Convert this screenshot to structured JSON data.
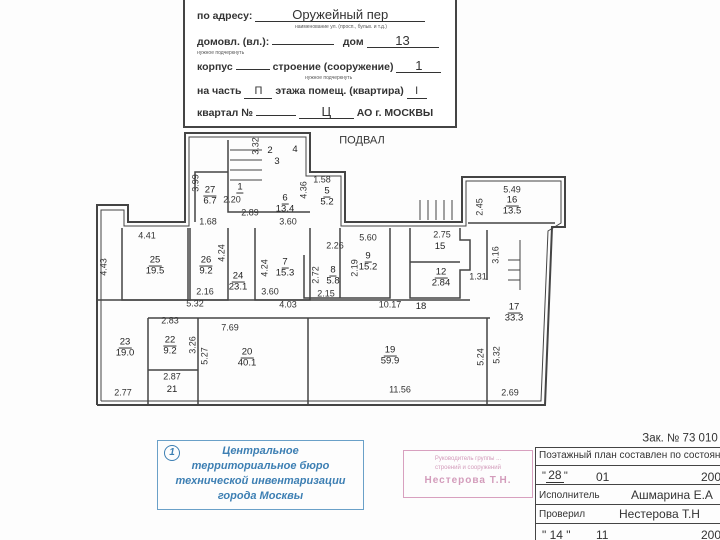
{
  "header": {
    "address_label": "по адресу:",
    "address_value": "Оружейный пер",
    "address_hint": "наименование ул. (просп., бульв. и т.д.)",
    "domovl_label": "домовл. (вл.):",
    "dom_label": "дом",
    "dom_value": "13",
    "domovl_hint": "нужное подчеркнуть",
    "korpus_label": "корпус",
    "stroenie_label": "строение (сооружение)",
    "stroenie_value": "1",
    "stroenie_hint": "нужное подчеркнуть",
    "part_label": "на часть",
    "part_value": "П",
    "floor_label": "этажа",
    "room_label": "помещ. (квартира)",
    "room_value": "I",
    "kvartal_label": "квартал №",
    "ao_value": "Ц",
    "ao_label": "АО г. МОСКВЫ"
  },
  "plan": {
    "title": "ПОДВАЛ",
    "rooms": [
      {
        "num": "1",
        "area": ""
      },
      {
        "num": "2",
        "area": ""
      },
      {
        "num": "3",
        "area": ""
      },
      {
        "num": "4",
        "area": ""
      },
      {
        "num": "5",
        "area": "5.2"
      },
      {
        "num": "6",
        "area": "13.4"
      },
      {
        "num": "7",
        "area": "15.3"
      },
      {
        "num": "8",
        "area": "5.8"
      },
      {
        "num": "9",
        "area": "15.2"
      },
      {
        "num": "12",
        "area": "2.84"
      },
      {
        "num": "15",
        "area": ""
      },
      {
        "num": "16",
        "area": "13.5"
      },
      {
        "num": "17",
        "area": "33.3"
      },
      {
        "num": "18",
        "area": ""
      },
      {
        "num": "19",
        "area": "59.9"
      },
      {
        "num": "20",
        "area": "40.1"
      },
      {
        "num": "21",
        "area": ""
      },
      {
        "num": "22",
        "area": "9.2"
      },
      {
        "num": "23",
        "area": "19.0"
      },
      {
        "num": "24",
        "area": "23.1"
      },
      {
        "num": "25",
        "area": "19.5"
      },
      {
        "num": "26",
        "area": "9.2"
      },
      {
        "num": "27",
        "area": "6.7"
      }
    ],
    "dims": [
      "3.32",
      "3.99",
      "2.20",
      "2.89",
      "1.68",
      "4.36",
      "3.60",
      "1.58",
      "4.41",
      "4.43",
      "2.16",
      "5.32",
      "4.24",
      "4.24",
      "3.60",
      "4.03",
      "2.72",
      "2.15",
      "2.26",
      "5.60",
      "2.19",
      "2.75",
      "1.31",
      "3.16",
      "5.49",
      "2.45",
      "10.17",
      "2.83",
      "3.26",
      "2.87",
      "2.77",
      "7.69",
      "5.27",
      "11.56",
      "5.24",
      "5.32",
      "2.69"
    ]
  },
  "stamp": {
    "number": "1",
    "lines": [
      "Центральное",
      "территориальное бюро",
      "технической инвентаризации",
      "города Москвы"
    ]
  },
  "seal": {
    "lines": [
      "Руководитель группы ... ",
      "строений и сооружений"
    ],
    "name": "Нестерова Т.Н."
  },
  "footer": {
    "order": "Зак. № 73 010",
    "state_label": "Поэтажный план составлен по состоянию",
    "date1_day": "28",
    "date1_month": "01",
    "date1_year": "200",
    "executor_label": "Исполнитель",
    "executor": "Ашмарина Е.А",
    "checked_label": "Проверил",
    "checker": "Нестерова Т.Н",
    "date2_day": "14",
    "date2_month": "11",
    "date2_year": "200"
  }
}
